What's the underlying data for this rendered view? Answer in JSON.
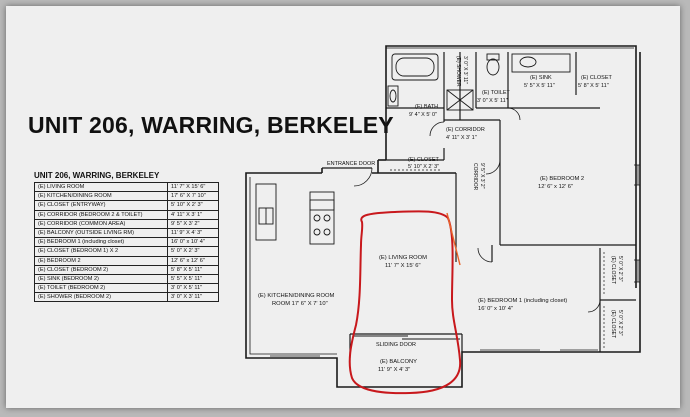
{
  "title": "UNIT 206, WARRING, BERKELEY",
  "table": {
    "title": "UNIT 206, WARRING, BERKELEY",
    "rows": [
      {
        "name": "(E) LIVING ROOM",
        "dim": "11' 7\" X 15' 6\""
      },
      {
        "name": "(E) KITCHEN/DINING ROOM",
        "dim": "17' 6\" X 7' 10\""
      },
      {
        "name": "(E) CLOSET (ENTRYWAY)",
        "dim": "5' 10\" X 2' 3\""
      },
      {
        "name": "(E) CORRIDOR (BEDROOM 2 & TOILET)",
        "dim": "4' 11\" X 3' 1\""
      },
      {
        "name": "(E) CORRIDOR (COMMON AREA)",
        "dim": "9' 5\" X 3' 2\""
      },
      {
        "name": "(E) BALCONY (OUTSIDE LIVING RM)",
        "dim": "11' 9\" X 4' 3\""
      },
      {
        "name": "(E) BEDROOM 1 (including closet)",
        "dim": "16' 0\" x 10' 4\""
      },
      {
        "name": "(E) CLOSET (BEDROOM 1) X 2",
        "dim": "5' 0\" X 2' 3\""
      },
      {
        "name": "(E) BEDROOM 2",
        "dim": "12' 6\" x 12' 6\""
      },
      {
        "name": "(E) CLOSET (BEDROOM 2)",
        "dim": "5' 8\" X 5' 11\""
      },
      {
        "name": "(E) SINK (BEDROOM 2)",
        "dim": "5' 5\" X 5' 11\""
      },
      {
        "name": "(E) TOILET (BEDROOM 2)",
        "dim": "3' 0\" X 5' 11\""
      },
      {
        "name": "(E) SHOWER (BEDROOM 2)",
        "dim": "3' 0\" X 3' 11\""
      }
    ]
  },
  "rooms": {
    "shower": {
      "name": "(E) SHOWER",
      "dim": "3' 0\" X 3' 11\""
    },
    "sink": {
      "name": "(E) SINK",
      "dim": "5' 5\" X 5' 11\""
    },
    "closet_b2": {
      "name": "(E) CLOSET",
      "dim": "5' 8\" X 5' 11\""
    },
    "toilet": {
      "name": "(E) TOILET",
      "dim": "3' 0\" X 5' 11\""
    },
    "bath": {
      "name": "(E) BATH",
      "dim": "9' 4\" X 5' 0\""
    },
    "corridor1": {
      "name": "(E) CORRIDOR",
      "dim": "4' 11\" X 3' 1\""
    },
    "entrance": {
      "name": "ENTRANCE DOOR"
    },
    "closet_entry": {
      "name": "(E) CLOSET",
      "dim": "5' 10\" X 2' 3\""
    },
    "corridor2": {
      "name": "CORRIDOR",
      "dim": "9' 5\" X 3' 2\""
    },
    "bedroom2": {
      "name": "(E) BEDROOM 2",
      "dim": "12' 6\" x 12' 6\""
    },
    "living": {
      "name": "(E) LIVING ROOM",
      "dim": "11' 7\" X 15' 6\""
    },
    "kitchen": {
      "name": "(E) KITCHEN/DINING ROOM",
      "dim": "ROOM 17' 6\" X 7' 10\""
    },
    "bedroom1": {
      "name": "(E) BEDROOM 1 (including closet)",
      "dim": "16' 0\" x 10' 4\""
    },
    "closet_b1a": {
      "name": "(E) CLOSET",
      "dim": "5' 0\" X 2' 3\""
    },
    "closet_b1b": {
      "name": "(E) CLOSET",
      "dim": "5' 0\" X 2' 3\""
    },
    "sliding": {
      "name": "SLIDING DOOR"
    },
    "balcony": {
      "name": "(E) BALCONY",
      "dim": "11' 9\" X 4' 3\""
    }
  },
  "colors": {
    "annotation": "#c8181c",
    "highlight": "#e8632a",
    "wall": "#1a1a1a"
  }
}
